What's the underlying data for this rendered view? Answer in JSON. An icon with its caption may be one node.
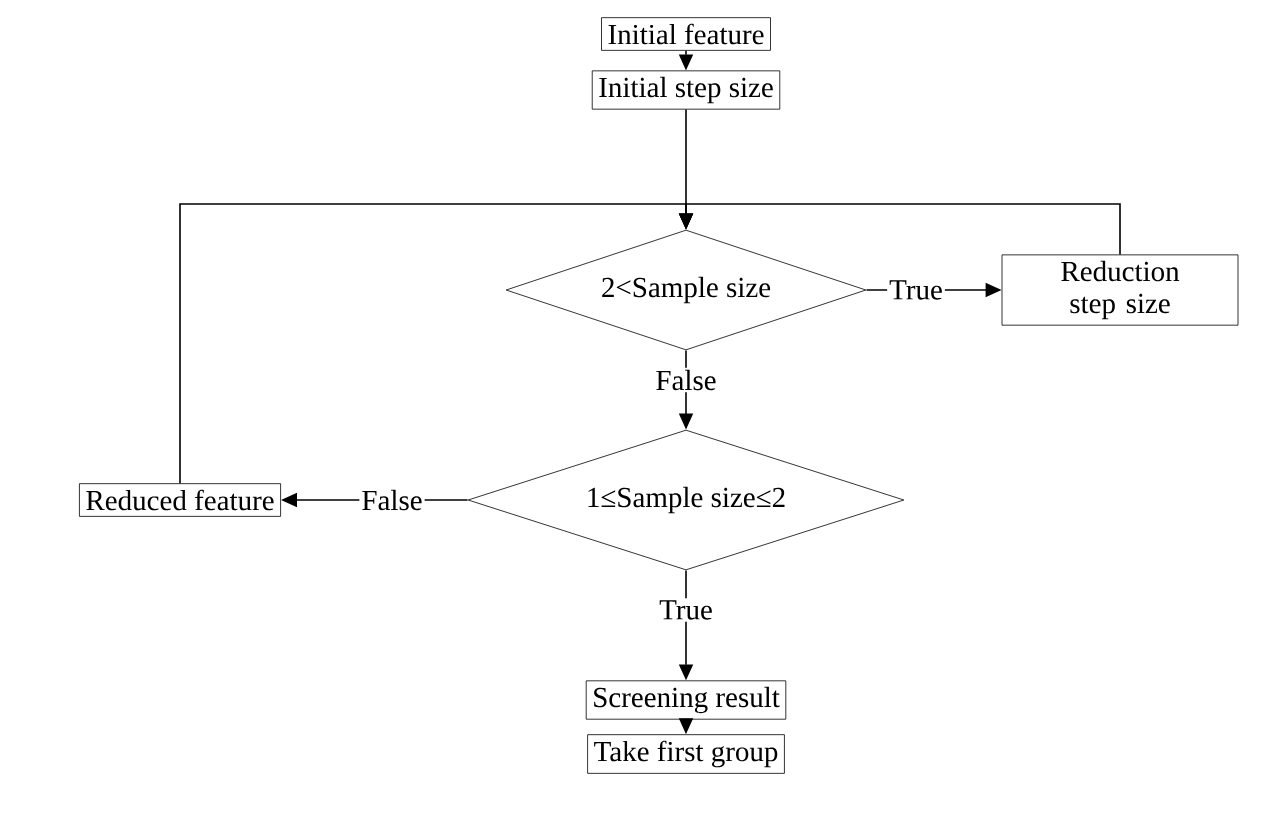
{
  "diagram": {
    "nodes": [
      {
        "text": [
          "Initial feature"
        ]
      },
      {
        "text": [
          "Initial step size"
        ]
      },
      {
        "text": [
          "2<Sample size"
        ]
      },
      {
        "text": [
          "Reduction step size"
        ]
      },
      {
        "text": [
          "1≤Sample size≤2"
        ]
      },
      {
        "text": [
          "Reduced feature"
        ]
      },
      {
        "text": [
          "Screening result"
        ]
      },
      {
        "text": [
          "Take first group"
        ]
      }
    ],
    "edges": [
      {
        "from": 0,
        "to": 1,
        "arrow": "to"
      },
      {
        "from": 1,
        "to": 2,
        "arrow": "to"
      },
      {
        "from": 2,
        "to": 3,
        "arrow": "to",
        "label": "True"
      },
      {
        "from": 2,
        "to": 4,
        "arrow": "to",
        "label": "False"
      },
      {
        "from": 4,
        "to": 5,
        "arrow": "to",
        "label": "False"
      },
      {
        "from": 4,
        "to": 6,
        "arrow": "to",
        "label": "True"
      },
      {
        "from": 6,
        "to": 7,
        "arrow": "to"
      },
      {
        "from": 3,
        "to": 2,
        "arrow": "to"
      },
      {
        "from": 5,
        "to": 2,
        "arrow": "to"
      }
    ]
  }
}
